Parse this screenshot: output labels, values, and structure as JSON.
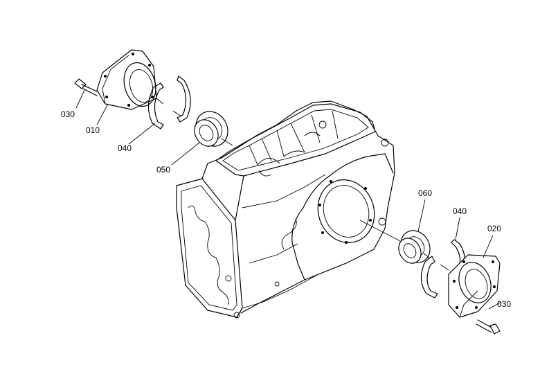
{
  "labels": {
    "p030_left": "030",
    "p010": "010",
    "p040_left": "040",
    "p050": "050",
    "p060": "060",
    "p040_right": "040",
    "p020": "020",
    "p030_right": "030"
  }
}
